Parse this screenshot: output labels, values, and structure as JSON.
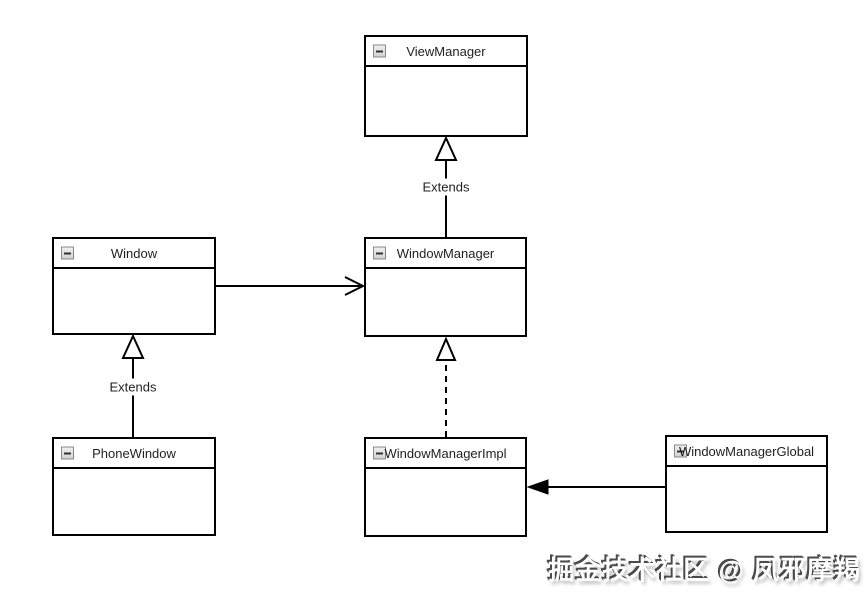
{
  "diagram": {
    "type": "uml-class-diagram",
    "classes": [
      {
        "id": "viewmanager",
        "title": "ViewManager"
      },
      {
        "id": "window",
        "title": "Window"
      },
      {
        "id": "windowmanager",
        "title": "WindowManager"
      },
      {
        "id": "phonewindow",
        "title": "PhoneWindow"
      },
      {
        "id": "windowmanagerimpl",
        "title": "WindowManagerImpl"
      },
      {
        "id": "windowmanagerglobal",
        "title": "WindowManagerGlobal"
      }
    ],
    "edges": [
      {
        "from": "WindowManager",
        "to": "ViewManager",
        "type": "generalization",
        "label": "Extends"
      },
      {
        "from": "Window",
        "to": "WindowManager",
        "type": "association",
        "label": ""
      },
      {
        "from": "PhoneWindow",
        "to": "Window",
        "type": "generalization",
        "label": "Extends"
      },
      {
        "from": "WindowManagerImpl",
        "to": "WindowManager",
        "type": "realization-dashed",
        "label": ""
      },
      {
        "from": "WindowManagerGlobal",
        "to": "WindowManagerImpl",
        "type": "directed-association",
        "label": ""
      }
    ],
    "watermark": "掘金技术社区 @ 凤邪摩羯",
    "colors": {
      "border": "#000000",
      "text": "#1f1f1f",
      "background": "#ffffff",
      "watermark_highlight": "#ffffff",
      "watermark_shadow": "#4a4a4a"
    }
  }
}
